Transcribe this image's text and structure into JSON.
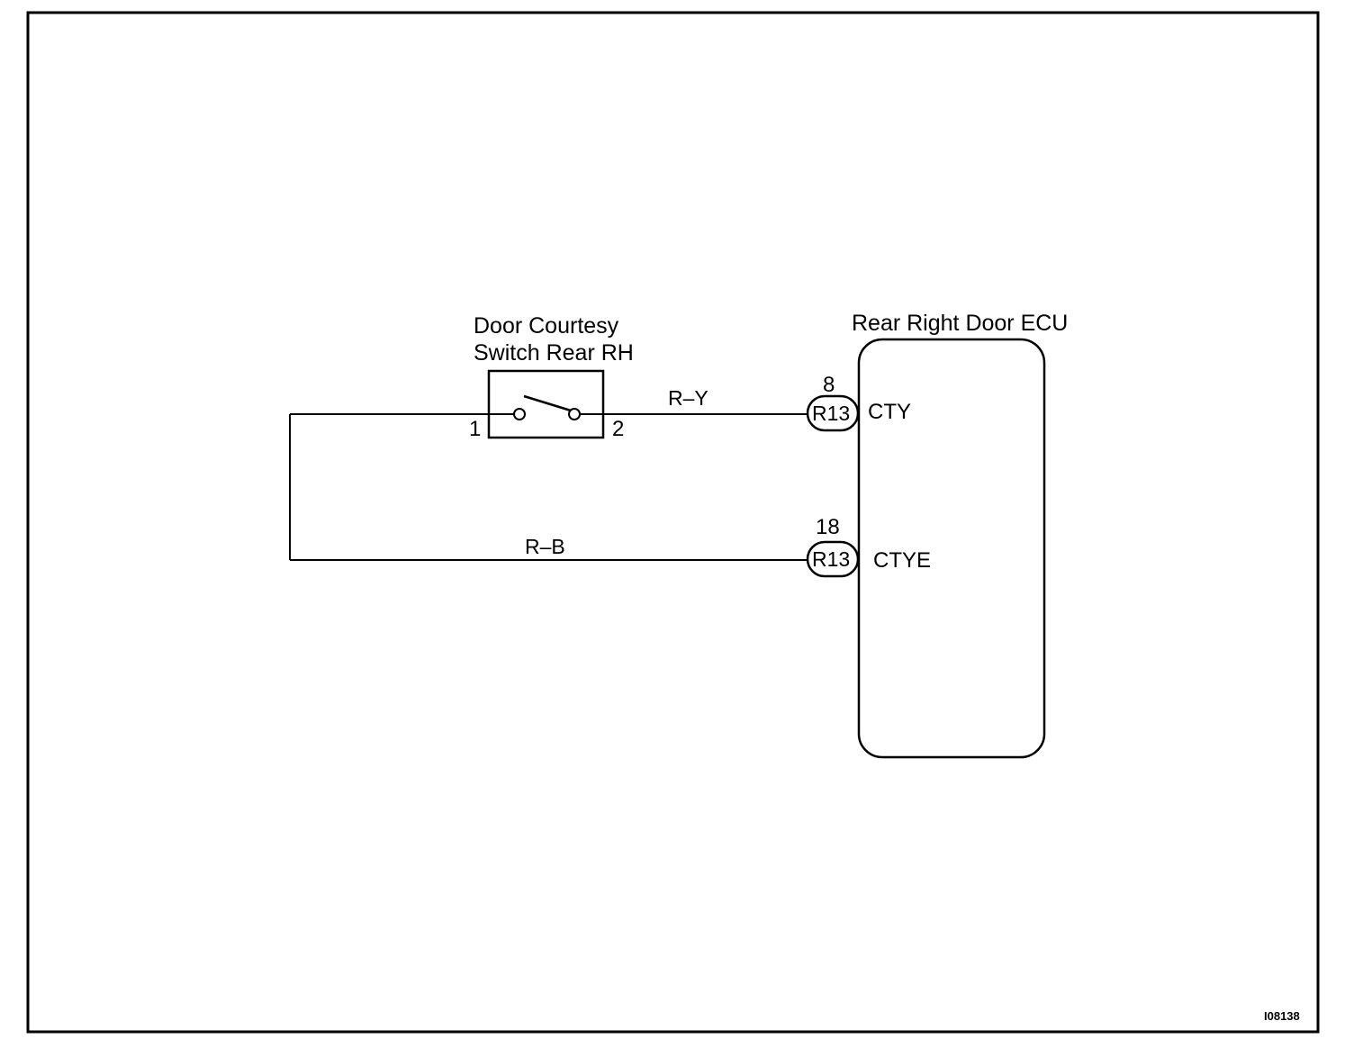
{
  "figure_code": "I08138",
  "switch": {
    "name_line1": "Door Courtesy",
    "name_line2": "Switch Rear RH",
    "pin_left": "1",
    "pin_right": "2"
  },
  "ecu": {
    "name": "Rear Right Door ECU",
    "terminals": [
      {
        "pin": "8",
        "connector": "R13",
        "signal": "CTY"
      },
      {
        "pin": "18",
        "connector": "R13",
        "signal": "CTYE"
      }
    ]
  },
  "wires": [
    {
      "color_code": "R–Y"
    },
    {
      "color_code": "R–B"
    }
  ]
}
